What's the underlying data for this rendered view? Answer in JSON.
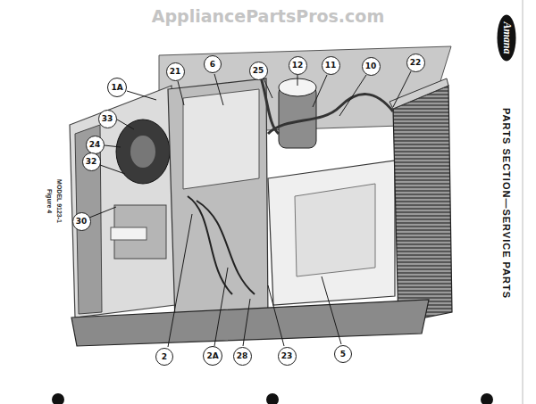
{
  "diagram": {
    "nodes": [
      {
        "text": [
          "1A"
        ]
      },
      {
        "text": [
          "21"
        ]
      },
      {
        "text": [
          "6"
        ]
      },
      {
        "text": [
          "25"
        ]
      },
      {
        "text": [
          "12"
        ]
      },
      {
        "text": [
          "11"
        ]
      },
      {
        "text": [
          "10"
        ]
      },
      {
        "text": [
          "22"
        ]
      },
      {
        "text": [
          "33"
        ]
      },
      {
        "text": [
          "24"
        ]
      },
      {
        "text": [
          "32"
        ]
      },
      {
        "text": [
          "30"
        ]
      },
      {
        "text": [
          "2"
        ]
      },
      {
        "text": [
          "2A"
        ]
      },
      {
        "text": [
          "28"
        ]
      },
      {
        "text": [
          "23"
        ]
      },
      {
        "text": [
          "5"
        ]
      }
    ],
    "labels": [
      "AppliancePartsPros.com",
      "Amana",
      "PARTS SECTION—SERVICE PARTS",
      "Figure 4",
      "MODEL 9123-1"
    ]
  }
}
